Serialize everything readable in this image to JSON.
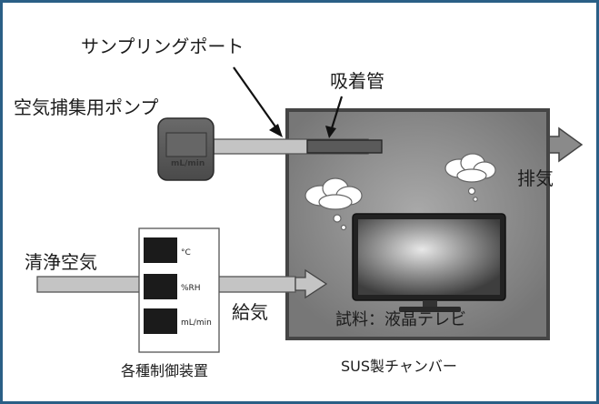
{
  "colors": {
    "frame": "#2a5f86",
    "chamber_fill": "#8f8f8f",
    "chamber_border": "#454545",
    "pipe": "#c4c4c4",
    "tube": "#5a5a5a"
  },
  "labels": {
    "sampling_port": "サンプリングポート",
    "adsorption_tube": "吸着管",
    "air_pump": "空気捕集用ポンプ",
    "pump_unit": "mL/min",
    "exhaust": "排気",
    "clean_air": "清浄空気",
    "supply_air": "給気",
    "sample": "試料：液晶テレビ",
    "controls": "各種制御装置",
    "chamber": "SUS製チャンバー"
  },
  "controller": {
    "units": [
      "°C",
      "%RH",
      "mL/min"
    ]
  }
}
